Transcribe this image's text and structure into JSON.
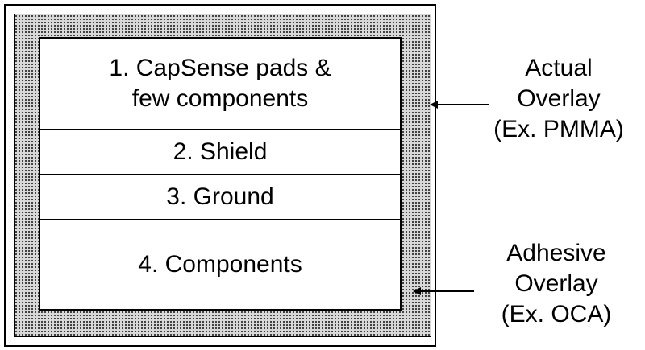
{
  "layers": [
    {
      "label": "1. CapSense pads & few components"
    },
    {
      "label": "2. Shield"
    },
    {
      "label": "3. Ground"
    },
    {
      "label": "4. Components"
    }
  ],
  "callouts": {
    "actual": {
      "line1": "Actual",
      "line2": "Overlay",
      "line3": "(Ex. PMMA)"
    },
    "adhesive": {
      "line1": "Adhesive",
      "line2": "Overlay",
      "line3": "(Ex. OCA)"
    }
  }
}
